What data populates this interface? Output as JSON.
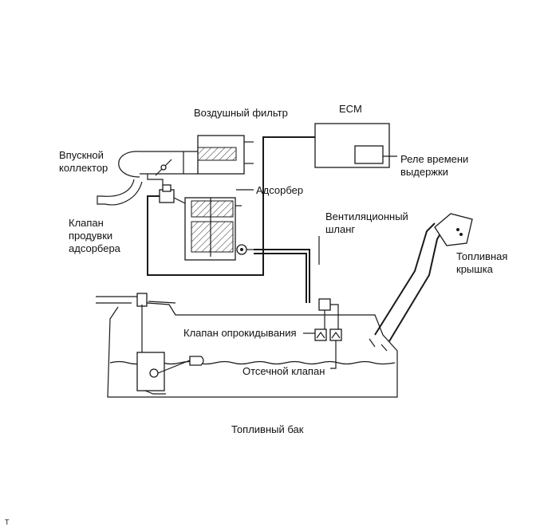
{
  "labels": {
    "air_filter": "Воздушный фильтр",
    "ecm": "ECM",
    "intake_manifold": "Впускной\nколлектор",
    "timer_relay": "Реле времени\nвыдержки",
    "canister": "Адсорбер",
    "purge_valve": "Клапан\nпродувки\nадсорбера",
    "vent_hose": "Вентиляционный\nшланг",
    "fuel_cap": "Топливная\nкрышка",
    "rollover_valve": "Клапан опрокидывания",
    "cutoff_valve": "Отсечной клапан",
    "fuel_tank": "Топливный бак",
    "corner_mark": "T"
  }
}
